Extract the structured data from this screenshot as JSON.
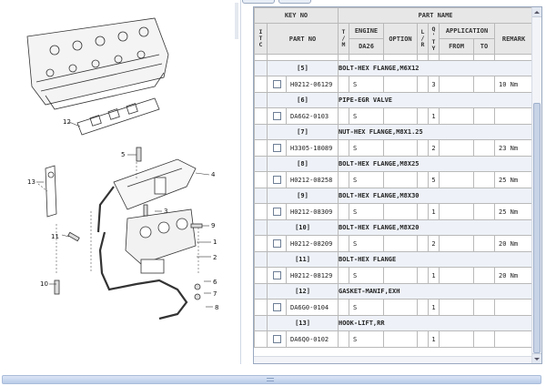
{
  "header": {
    "key_no": "KEY NO",
    "part_name": "PART NAME",
    "itc": [
      "I",
      "T",
      "C"
    ],
    "part_no": "PART NO",
    "tm": [
      "T",
      "/",
      "M"
    ],
    "engine": "ENGINE",
    "engine_model": "DA26",
    "option": "OPTION",
    "lr": [
      "L",
      "/",
      "R"
    ],
    "qty": [
      "Q",
      "'",
      "T",
      "Y"
    ],
    "application": "APPLICATION",
    "from": "FROM",
    "to": "TO",
    "remark": "REMARK"
  },
  "groups": [
    {
      "key": "[5]",
      "name": "BOLT-HEX FLANGE,M6X12",
      "part_no": "H0212-06129",
      "tm": "S",
      "qty": "3",
      "remark": "10 Nm"
    },
    {
      "key": "[6]",
      "name": "PIPE-EGR VALVE",
      "part_no": "DA6G2-0103",
      "tm": "S",
      "qty": "1",
      "remark": ""
    },
    {
      "key": "[7]",
      "name": "NUT-HEX FLANGE,M8X1.25",
      "part_no": "H3305-18089",
      "tm": "S",
      "qty": "2",
      "remark": "23 Nm"
    },
    {
      "key": "[8]",
      "name": "BOLT-HEX FLANGE,M8X25",
      "part_no": "H0212-08258",
      "tm": "S",
      "qty": "5",
      "remark": "25 Nm"
    },
    {
      "key": "[9]",
      "name": "BOLT-HEX FLANGE,M8X30",
      "part_no": "H0212-08309",
      "tm": "S",
      "qty": "1",
      "remark": "25 Nm"
    },
    {
      "key": "[10]",
      "name": "BOLT-HEX FLANGE,M8X20",
      "part_no": "H0212-08209",
      "tm": "S",
      "qty": "2",
      "remark": "20 Nm"
    },
    {
      "key": "[11]",
      "name": "BOLT-HEX FLANGE",
      "part_no": "H0212-08129",
      "tm": "S",
      "qty": "1",
      "remark": "20 Nm"
    },
    {
      "key": "[12]",
      "name": "GASKET-MANIF,EXH",
      "part_no": "DA6G0-0104",
      "tm": "S",
      "qty": "1",
      "remark": ""
    },
    {
      "key": "[13]",
      "name": "HOOK-LIFT,RR",
      "part_no": "DA6Q0-0102",
      "tm": "S",
      "qty": "1",
      "remark": ""
    }
  ],
  "diagram": {
    "callouts": [
      "1",
      "2",
      "3",
      "4",
      "5",
      "6",
      "7",
      "8",
      "9",
      "10",
      "11",
      "12",
      "13"
    ]
  }
}
